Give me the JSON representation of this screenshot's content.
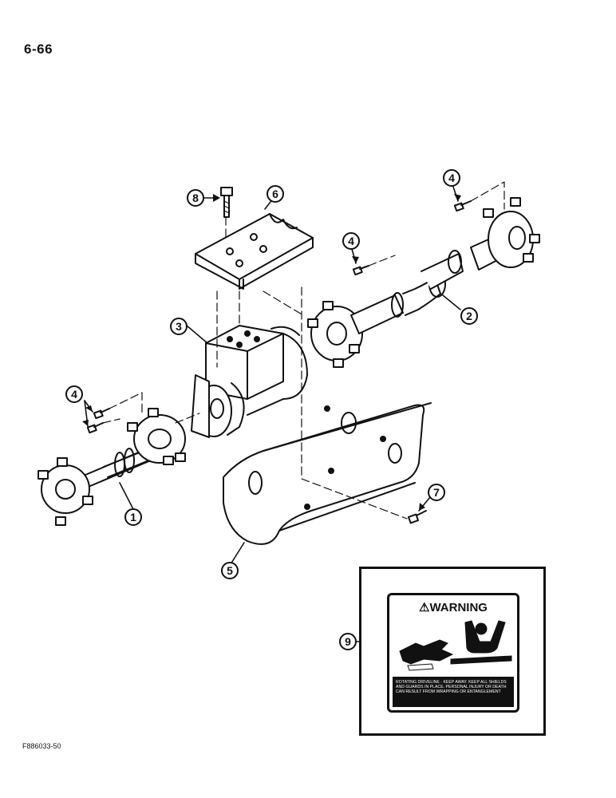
{
  "page": {
    "number": "6-66",
    "figure_id": "F886033-50"
  },
  "callouts": [
    {
      "id": "c1",
      "label": "1"
    },
    {
      "id": "c2",
      "label": "2"
    },
    {
      "id": "c3",
      "label": "3"
    },
    {
      "id": "c4a",
      "label": "4"
    },
    {
      "id": "c4b",
      "label": "4"
    },
    {
      "id": "c4c",
      "label": "4"
    },
    {
      "id": "c5",
      "label": "5"
    },
    {
      "id": "c6",
      "label": "6"
    },
    {
      "id": "c7",
      "label": "7"
    },
    {
      "id": "c8",
      "label": "8"
    },
    {
      "id": "c9",
      "label": "9"
    }
  ],
  "decal": {
    "title": "WARNING",
    "text": "ROTATING DRIVELINE - KEEP AWAY. KEEP ALL SHIELDS AND GUARDS IN PLACE. PERSONAL INJURY OR DEATH CAN RESULT FROM WRAPPING OR ENTANGLEMENT"
  }
}
